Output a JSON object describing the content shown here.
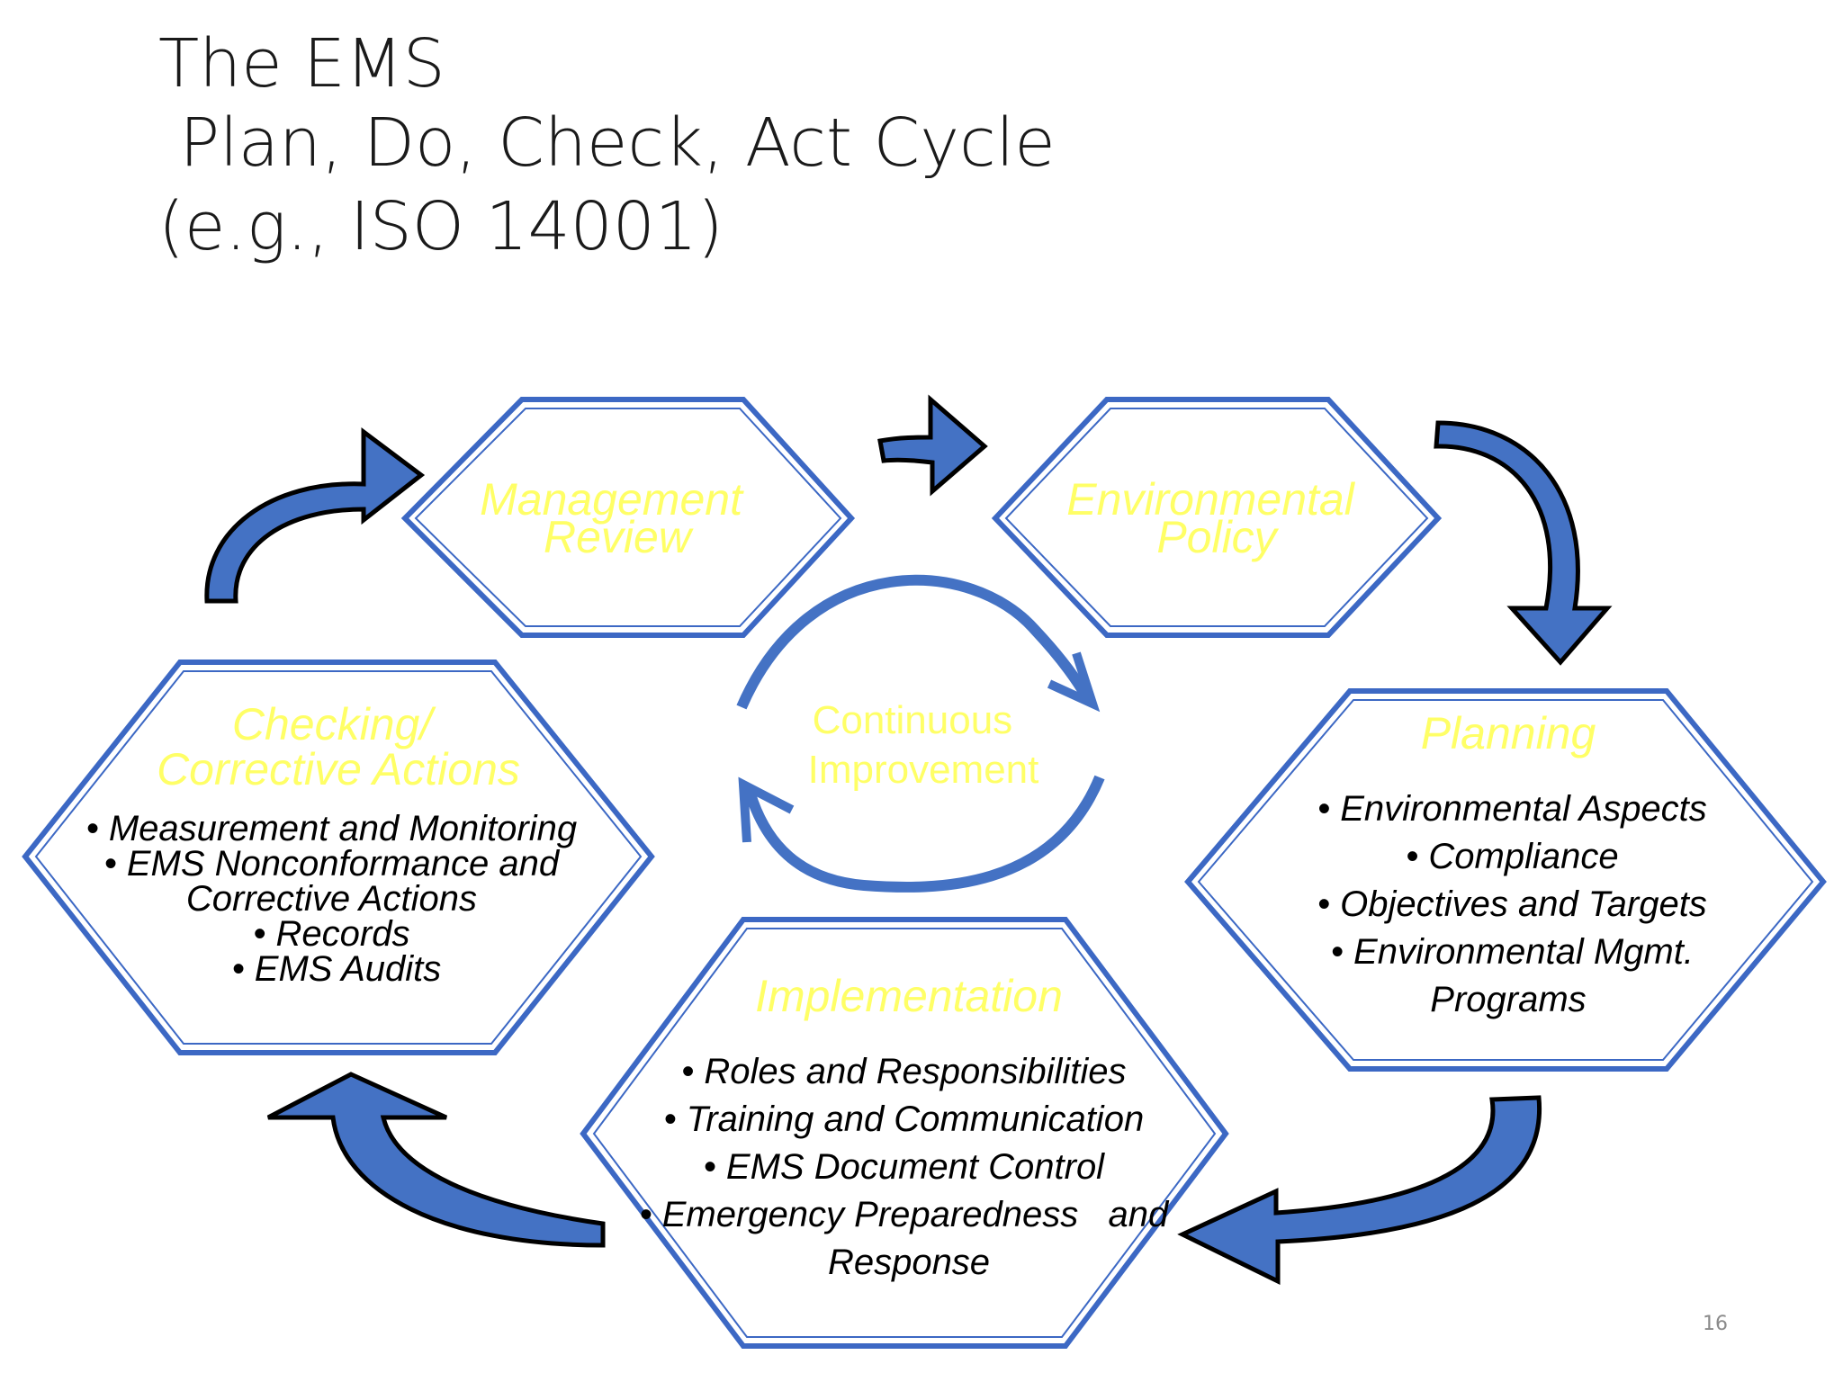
{
  "slide": {
    "title_lines": [
      "The EMS",
      " Plan, Do, Check, Act Cycle",
      "(e.g., ISO 14001)"
    ],
    "page_number": "16"
  },
  "diagram": {
    "center_label": [
      "Continuous",
      "Improvement"
    ],
    "stages": {
      "management_review": {
        "title": [
          "Management",
          "Review"
        ],
        "items": []
      },
      "environmental_policy": {
        "title": [
          "Environmental",
          "Policy"
        ],
        "items": []
      },
      "planning": {
        "title": [
          "Planning"
        ],
        "items": [
          "• Environmental Aspects",
          "• Compliance",
          "• Objectives and Targets",
          "• Environmental Mgmt.",
          "Programs"
        ]
      },
      "implementation": {
        "title": [
          "Implementation"
        ],
        "items": [
          "• Roles and Responsibilities",
          "• Training and Communication",
          "• EMS Document Control",
          "• Emergency Preparedness   and",
          "Response"
        ]
      },
      "checking": {
        "title": [
          "Checking/",
          "Corrective Actions"
        ],
        "items": [
          "• Measurement and Monitoring",
          "• EMS Nonconformance and",
          "Corrective Actions",
          "• Records",
          "• EMS Audits"
        ]
      }
    },
    "colors": {
      "hex_border": "#3c68c4",
      "arrow_fill": "#4472c4",
      "title_text": "#ffff66",
      "body_text": "#000000"
    }
  }
}
